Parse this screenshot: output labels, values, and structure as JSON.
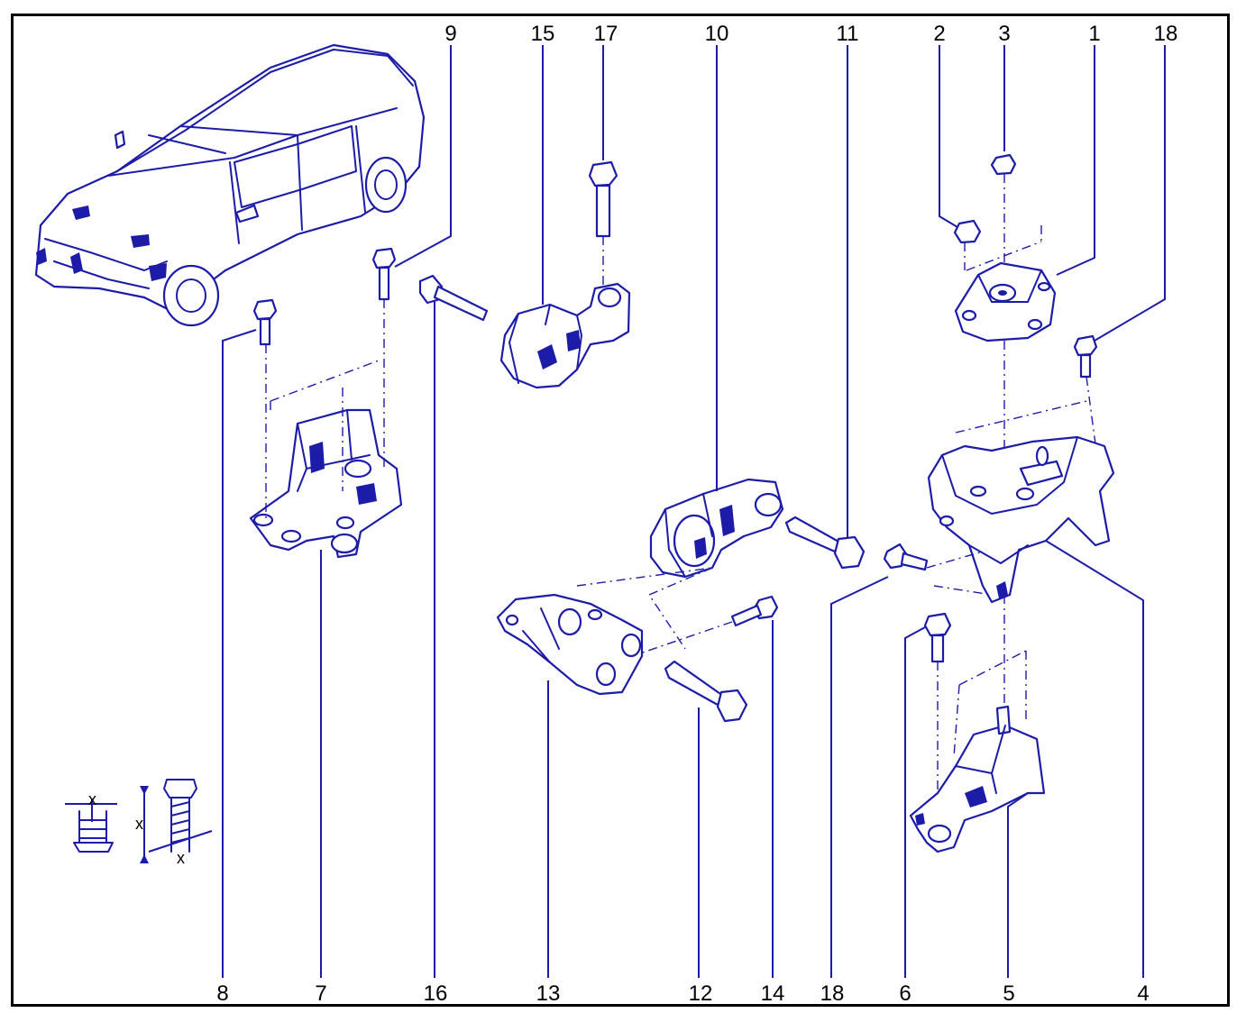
{
  "labels": {
    "l1": "1",
    "l2": "2",
    "l3": "3",
    "l4": "4",
    "l5": "5",
    "l6": "6",
    "l7": "7",
    "l8": "8",
    "l9": "9",
    "l10": "10",
    "l11": "11",
    "l12": "12",
    "l13": "13",
    "l14": "14",
    "l15": "15",
    "l16": "16",
    "l17": "17",
    "l18a": "18",
    "l18b": "18"
  },
  "symbols": {
    "x1": "x",
    "x2": "x",
    "x3": "x"
  },
  "colors": {
    "line": "#1c1ca8",
    "frame": "#000000",
    "background": "#ffffff"
  }
}
